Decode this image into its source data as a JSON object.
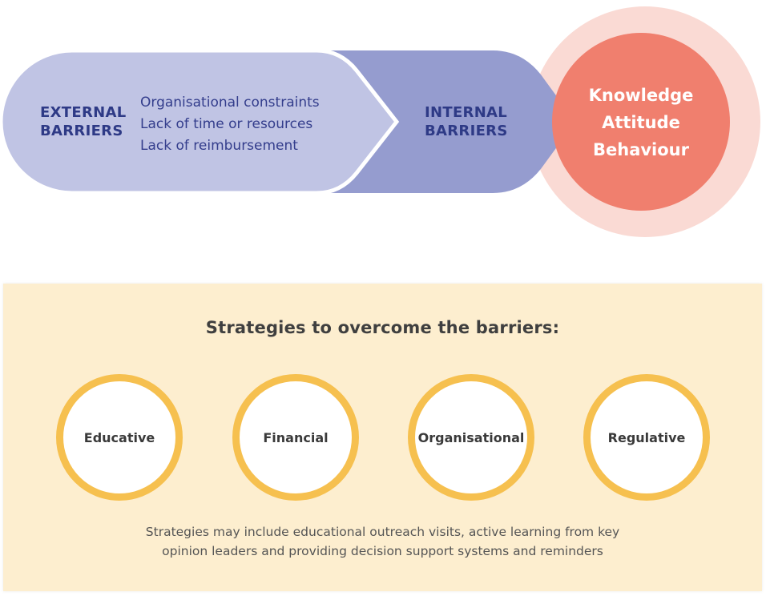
{
  "barriers": {
    "external": {
      "title_line1": "EXTERNAL",
      "title_line2": "BARRIERS",
      "items": [
        "Organisational constraints",
        "Lack of time or resources",
        "Lack of reimbursement"
      ]
    },
    "internal": {
      "title_line1": "INTERNAL",
      "title_line2": "BARRIERS"
    },
    "target": {
      "items": [
        "Knowledge",
        "Attitude",
        "Behaviour"
      ]
    }
  },
  "strategies": {
    "title": "Strategies to overcome the barriers:",
    "items": [
      "Educative",
      "Financial",
      "Organisational",
      "Regulative"
    ],
    "note_line1": "Strategies may include educational outreach visits, active learning from key",
    "note_line2": "opinion leaders and providing decision support systems and reminders"
  },
  "colors": {
    "external_fill": "#c0c4e4",
    "internal_fill": "#959ccf",
    "halo": "#fadad4",
    "target_fill": "#f07f6e",
    "text_navy": "#2e3a86",
    "panel": "#fdeecf",
    "ring": "#f6c04f"
  }
}
